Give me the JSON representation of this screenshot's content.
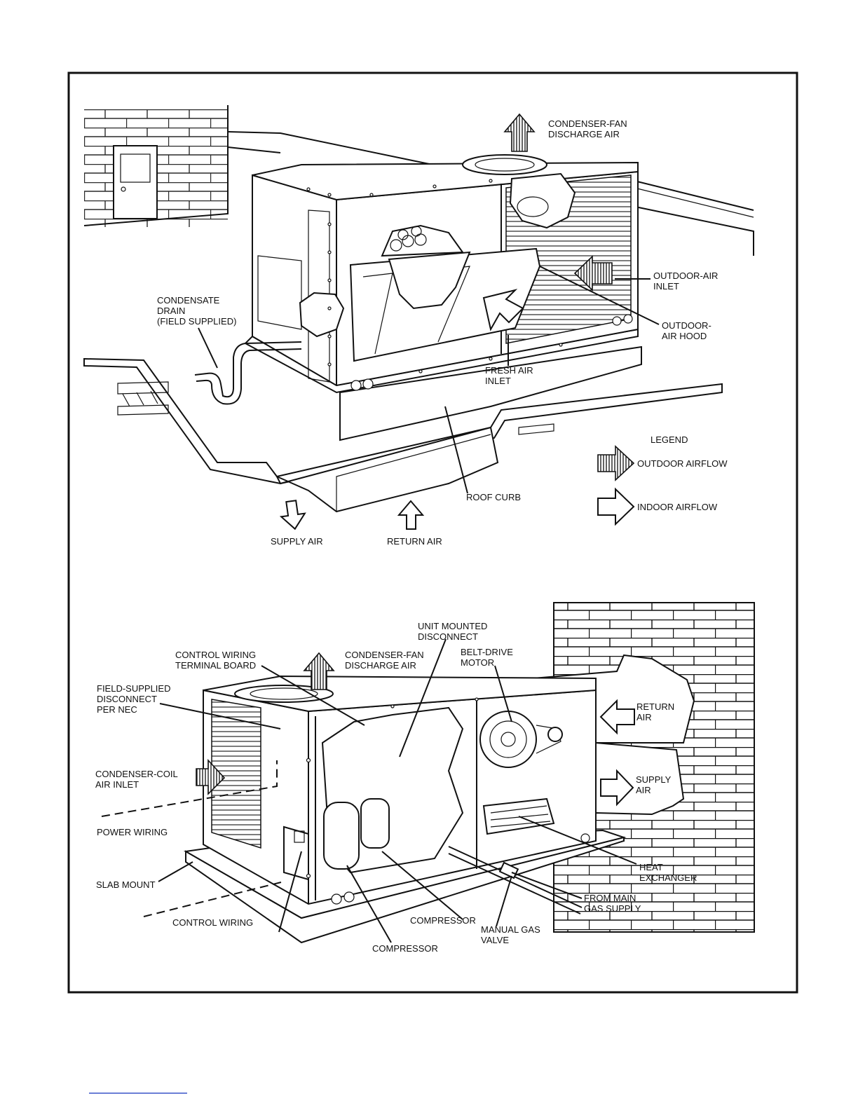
{
  "top_view": {
    "condenser_fan_discharge": [
      "CONDENSER-FAN",
      "DISCHARGE AIR"
    ],
    "outdoor_air_inlet": [
      "OUTDOOR-AIR",
      "INLET"
    ],
    "outdoor_air_hood": [
      "OUTDOOR-",
      "AIR HOOD"
    ],
    "condensate_drain": [
      "CONDENSATE",
      "DRAIN",
      "(FIELD SUPPLIED)"
    ],
    "fresh_air_inlet": [
      "FRESH AIR",
      "INLET"
    ],
    "roof_curb": "ROOF CURB",
    "supply_air": "SUPPLY AIR",
    "return_air": "RETURN AIR"
  },
  "legend": {
    "title": "LEGEND",
    "outdoor_airflow": "OUTDOOR AIRFLOW",
    "indoor_airflow": "INDOOR AIRFLOW"
  },
  "bottom_view": {
    "unit_mounted_disconnect": [
      "UNIT MOUNTED",
      "DISCONNECT"
    ],
    "control_wiring_terminal_board": [
      "CONTROL WIRING",
      "TERMINAL BOARD"
    ],
    "condenser_fan_discharge": [
      "CONDENSER-FAN",
      "DISCHARGE AIR"
    ],
    "belt_drive_motor": [
      "BELT-DRIVE",
      "MOTOR"
    ],
    "field_supplied_disconnect": [
      "FIELD-SUPPLIED",
      "DISCONNECT",
      "PER NEC"
    ],
    "return_air": [
      "RETURN",
      "AIR"
    ],
    "condenser_coil_air_inlet": [
      "CONDENSER-COIL",
      "AIR INLET"
    ],
    "supply_air": [
      "SUPPLY",
      "AIR"
    ],
    "power_wiring": "POWER WIRING",
    "heat_exchanger": [
      "HEAT",
      "EXCHANGER"
    ],
    "slab_mount": "SLAB MOUNT",
    "from_main_gas_supply": [
      "FROM MAIN",
      "GAS SUPPLY"
    ],
    "compressor_upper": "COMPRESSOR",
    "manual_gas_valve": [
      "MANUAL GAS",
      "VALVE"
    ],
    "control_wiring": "CONTROL WIRING",
    "compressor_lower": "COMPRESSOR"
  }
}
